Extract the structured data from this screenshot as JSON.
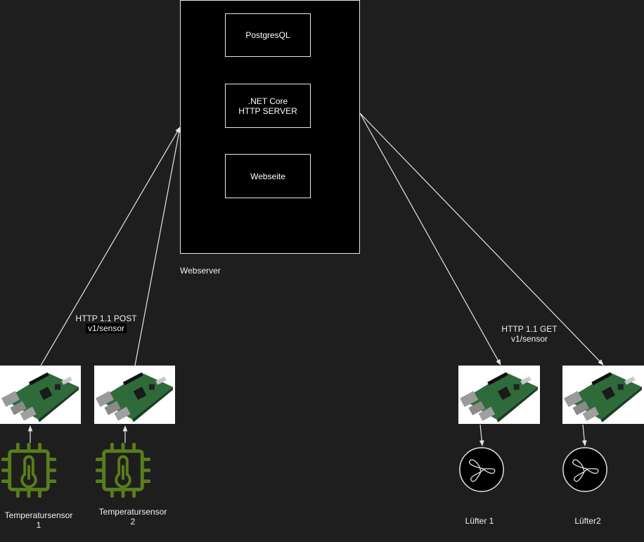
{
  "webserver": {
    "label": "Webserver",
    "components": {
      "db": "PostgresQL",
      "server": ".NET Core\nHTTP SERVER",
      "site": "Webseite"
    }
  },
  "left_connection": {
    "line1": "HTTP 1.1 POST",
    "line2": "v1/sensor"
  },
  "right_connection": {
    "line1": "HTTP 1.1 GET",
    "line2": "v1/sensor"
  },
  "sensors": [
    {
      "label_line1": "Temperatursensor",
      "label_line2": "1"
    },
    {
      "label_line1": "Temperatursensor",
      "label_line2": "2"
    }
  ],
  "fans": [
    {
      "label": "Lüfter 1"
    },
    {
      "label": "Lüfter2"
    }
  ],
  "colors": {
    "background": "#1e1e1e",
    "line": "#e6e6e6",
    "sensor_icon": "#5a7d1c",
    "board_green": "#2f6b3a"
  }
}
